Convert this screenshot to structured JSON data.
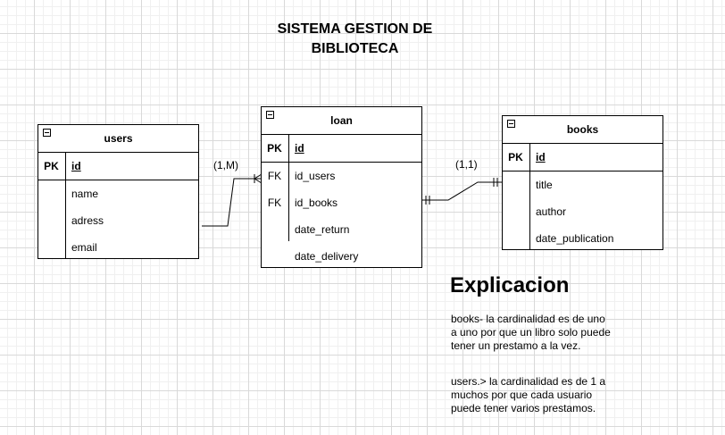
{
  "title": "SISTEMA GESTION DE BIBLIOTECA",
  "entities": {
    "users": {
      "name": "users",
      "pk_label": "PK",
      "pk_field": "id",
      "fields": [
        "name",
        "adress",
        "email"
      ]
    },
    "loan": {
      "name": "loan",
      "pk_label": "PK",
      "pk_field": "id",
      "fk_label": "FK",
      "fk_fields": [
        "id_users",
        "id_books"
      ],
      "fields": [
        "date_return",
        "date_delivery"
      ]
    },
    "books": {
      "name": "books",
      "pk_label": "PK",
      "pk_field": "id",
      "fields": [
        "title",
        "author",
        "date_publication"
      ]
    }
  },
  "relationships": {
    "users_loan": "(1,M)",
    "loan_books": "(1,1)"
  },
  "explanation": {
    "heading": "Explicacion",
    "paragraph1": "books- la cardinalidad es de uno a uno por que un libro solo puede tener un prestamo a la vez.",
    "paragraph2": "users.> la cardinalidad es de 1 a muchos por que cada usuario puede tener varios prestamos."
  }
}
